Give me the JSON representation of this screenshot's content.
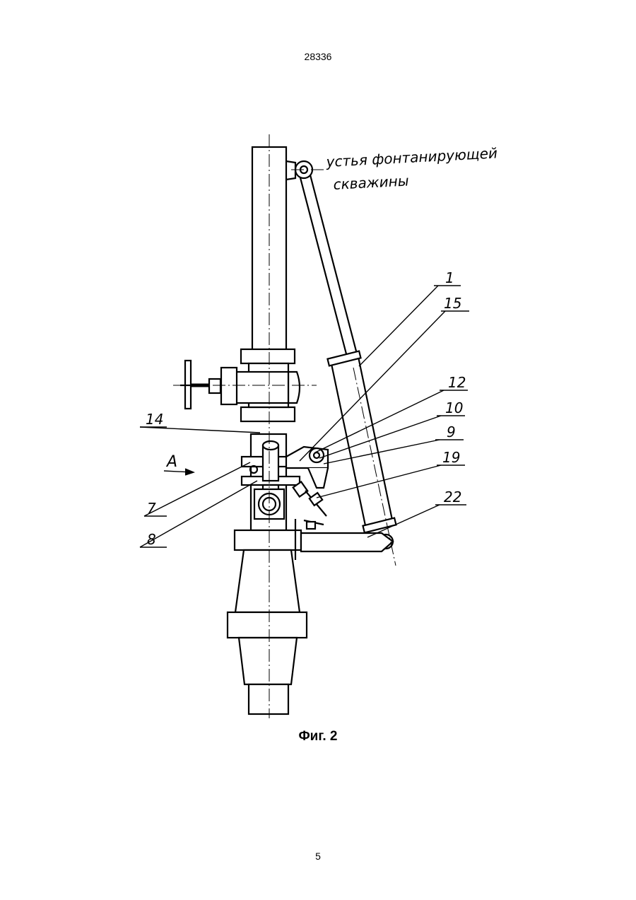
{
  "header": {
    "doc_number": "28336"
  },
  "figure": {
    "caption": "Фиг. 2",
    "annotation_line1": "устья фонтанирующей",
    "annotation_line2": "скважины",
    "view_label": "А",
    "callouts": [
      "1",
      "15",
      "12",
      "10",
      "9",
      "19",
      "22",
      "14",
      "7",
      "8"
    ]
  },
  "footer": {
    "page_number": "5"
  }
}
